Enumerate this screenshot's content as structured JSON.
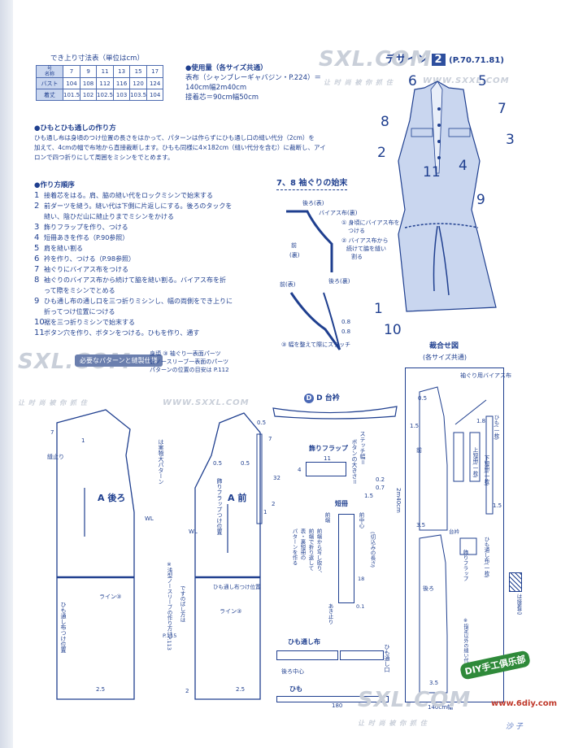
{
  "header": {
    "design_label": "デザイン",
    "design_number": "2",
    "pages": "(P.70.71.81)"
  },
  "size_table": {
    "title": "でき上り寸法表（単位はcm）",
    "corner_top": "号",
    "corner_bottom": "名称",
    "sizes": [
      "7",
      "9",
      "11",
      "13",
      "15",
      "17"
    ],
    "rows": [
      {
        "label": "バスト",
        "values": [
          "104",
          "108",
          "112",
          "116",
          "120",
          "124"
        ]
      },
      {
        "label": "着丈",
        "values": [
          "101.5",
          "102",
          "102.5",
          "103",
          "103.5",
          "104"
        ]
      }
    ]
  },
  "materials": {
    "title": "●使用量（各サイズ共通）",
    "lines": [
      "表布（シャンブレーギャバジン・P.224）＝",
      "140cm幅2m40cm",
      "接着芯＝90cm幅50cm"
    ]
  },
  "cord_section": {
    "title": "●ひもとひも通しの作り方",
    "lines": [
      "ひも通し布は身頃のつけ位置の長さをはかって、パターンは作らずにひも通し口の縫い代分（2cm）を",
      "加えて、4cmの幅で布地から直接裁断します。ひもも同様に4×182cm（縫い代分を含む）に裁断し、アイ",
      "ロンで四つ折りにして周囲をミシンをでとめます。"
    ]
  },
  "steps": {
    "title": "●作り方順序",
    "items": [
      {
        "n": "1",
        "text": "接着芯をはる。肩、脇の縫い代をロックミシンで始末する"
      },
      {
        "n": "2",
        "text": "前ダーツを縫う。縫い代は下側に片返しにする。後ろのタックを"
      },
      {
        "n": "",
        "text": "縫い、陰ひだ山に縫止りまでミシンをかける"
      },
      {
        "n": "3",
        "text": "飾りフラップを作り、つける"
      },
      {
        "n": "4",
        "text": "短冊あきを作る（P.90参照）"
      },
      {
        "n": "5",
        "text": "肩を縫い割る"
      },
      {
        "n": "6",
        "text": "衿を作り、つける（P.98参照）"
      },
      {
        "n": "7",
        "text": "袖ぐりにバイアス布をつける"
      },
      {
        "n": "8",
        "text": "袖ぐりのバイアス布から続けて脇を縫い割る。バイアス布を折"
      },
      {
        "n": "",
        "text": "って際をミシンでとめる"
      },
      {
        "n": "9",
        "text": "ひも通し布の通し口を三つ折りミシンし、幅の両側をでき上りに"
      },
      {
        "n": "",
        "text": "折ってつけ位置につける"
      },
      {
        "n": "10",
        "text": "裾を三つ折りミシンで始末する"
      },
      {
        "n": "11",
        "text": "ボタン穴を作り、ボタンをつける。ひもを作り、通す"
      }
    ]
  },
  "illustration_numbers": [
    "6",
    "5",
    "7",
    "8",
    "3",
    "2",
    "11",
    "4",
    "9",
    "1",
    "10"
  ],
  "armhole_detail": {
    "title": "7、8 袖ぐりの始末",
    "labels": [
      "後ろ(表)",
      "バイアス布(裏)",
      "① 身頃にバイアス布を",
      "つける",
      "前",
      "(裏)",
      "② バイアス布から",
      "続けて脇を縫い",
      "割る",
      "前(表)",
      "後ろ(裏)",
      "0.8",
      "0.8",
      "③ 幅を整えて際にステッチ"
    ]
  },
  "patterns_header": {
    "tag": "必要なパターンと縫製仕様",
    "note_line1": "身頃 ③ 袖ぐり一表面パーツ",
    "note_line2": "前ノースリーブ一表面のパーツ",
    "note_line3": "パターンの位置の目安は P.112"
  },
  "back_pattern": {
    "label": "A 後ろ",
    "notes": [
      "7",
      "縫止り",
      "1",
      "WL",
      "ライン③",
      "ひも通し布つけ位置",
      "2.5"
    ]
  },
  "front_pattern": {
    "label": "A 前",
    "notes": [
      "飾りフラップつけ位置",
      "0.5",
      "0.5",
      "1",
      "WL",
      "ひも通し布つけ位置",
      "ライン③",
      "2.5",
      "7",
      "32",
      "2",
      "0.5"
    ]
  },
  "center_notes": [
    "は実物大パターン",
    "※浅型ノースリーブの作り方はP.113",
    "ですのばし方は",
    "P.115",
    "2"
  ],
  "collar": {
    "title": "D 台衿"
  },
  "flap": {
    "title": "飾りフラップ",
    "dims": [
      "11",
      "4"
    ],
    "stitch_note": [
      "ステッチ幅＝",
      "ボタンの大きさ＝",
      "0.2",
      "0.7",
      "1.5"
    ]
  },
  "placket": {
    "title": "短冊",
    "notes": [
      "前端",
      "前中心",
      "(切込みの長さ)",
      "あき止り",
      "前端から写し取り、",
      "前端で折り返して",
      "表・裏短冊の",
      "パターンを作る",
      "0.1",
      "18"
    ]
  },
  "cords": {
    "channel_label": "ひも通し布",
    "channel_mouth": "ひも通し口",
    "back_center": "後ろ中心",
    "cord_label": "ひも",
    "cord_length": "180"
  },
  "cutting_layout": {
    "title": "裁合せ図",
    "subtitle": "(各サイズ共通)",
    "width_label": "2m40cm",
    "fabric_width": "140cm幅",
    "labels": [
      "袖ぐり用バイアス布",
      "前",
      "後ろ",
      "上短冊(一枚)",
      "下短冊(一枚)",
      "ひも(一枚)",
      "台衿",
      "飾りフラップ",
      "ひも通し布(一枚)",
      "は接着芯",
      "※指定以外の縫い代は1cm"
    ],
    "dims": [
      "0.5",
      "1.5",
      "1.8",
      "3.5",
      "3.5",
      "1.5"
    ]
  },
  "watermarks": {
    "brand": "SXL.COM",
    "site": "WWW.SXXL.COM",
    "cn": "让 时 尚 被 你 抓 住",
    "badge": "DIY手工俱乐部",
    "url": "www.6diy.com",
    "sig": "沙 子"
  },
  "colors": {
    "ink": "#1f3f8f",
    "shade": "#c9d6ef",
    "accent": "#4a68b5"
  }
}
